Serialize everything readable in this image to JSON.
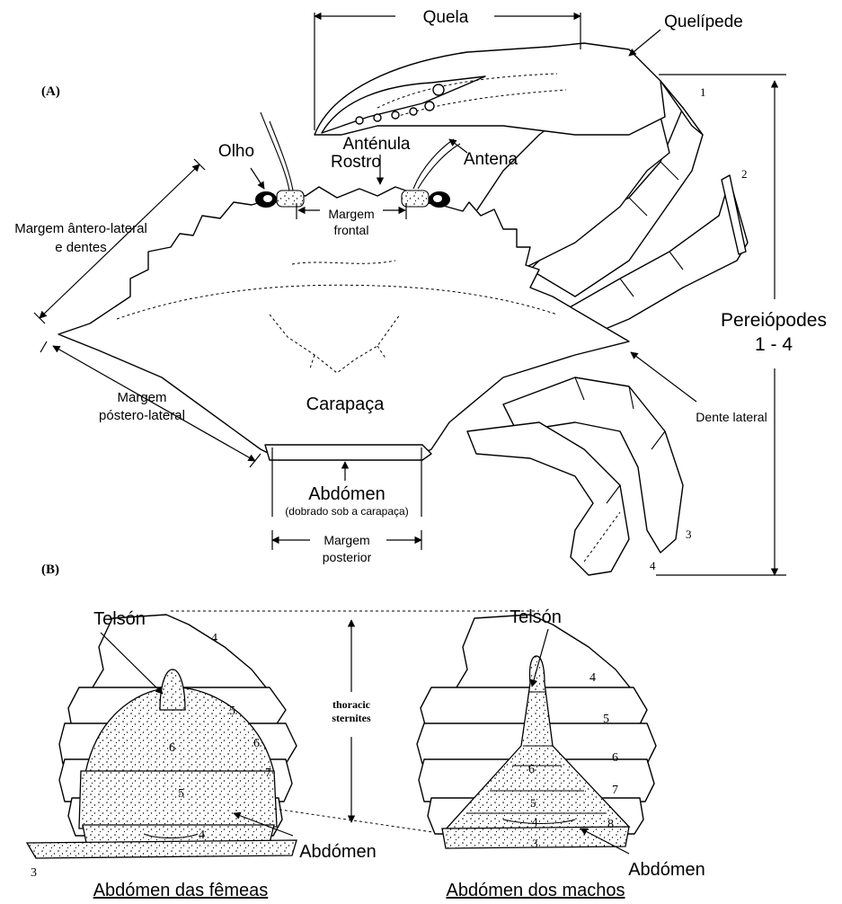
{
  "panel_a": {
    "tag": "(A)",
    "labels": {
      "quela": "Quela",
      "quelipede": "Quelípede",
      "olho": "Olho",
      "antenula": "Anténula",
      "rostro": "Rostro",
      "antena": "Antena",
      "margem_frontal_1": "Margem",
      "margem_frontal_2": "frontal",
      "anterolateral_1": "Margem ântero-lateral",
      "anterolateral_2": "e dentes",
      "posterolateral_1": "Margem",
      "posterolateral_2": "póstero-lateral",
      "carapaca": "Carapaça",
      "abdomen": "Abdómen",
      "abdomen_note": "(dobrado sob a carapaça)",
      "margem_posterior_1": "Margem",
      "margem_posterior_2": "posterior",
      "pereiopodes_1": "Pereiópodes",
      "pereiopodes_2": "1 - 4",
      "dente_lateral": "Dente lateral"
    },
    "leg_numbers": [
      "1",
      "2",
      "3",
      "4"
    ]
  },
  "panel_b": {
    "tag": "(B)",
    "thoracic_1": "thoracic",
    "thoracic_2": "sternites",
    "female": {
      "telson": "Telsón",
      "abdomen": "Abdómen",
      "caption": "Abdómen das fêmeas",
      "numbers": [
        "4",
        "5",
        "6",
        "7",
        "6",
        "5",
        "4",
        "3"
      ]
    },
    "male": {
      "telson": "Telsón",
      "abdomen": "Abdómen",
      "caption": "Abdómen dos machos",
      "numbers": [
        "4",
        "5",
        "6",
        "7",
        "8",
        "6",
        "5",
        "4",
        "3"
      ]
    }
  }
}
